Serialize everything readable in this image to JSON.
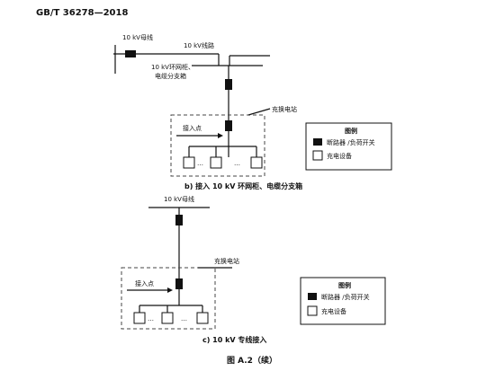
{
  "header": {
    "standard": "GB/T  36278—2018"
  },
  "diagram_b": {
    "bus_label": "10 kV母线",
    "line_label": "10 kV线路",
    "cabinet_label_1": "10 kV环网柜、",
    "cabinet_label_2": "电缆分支箱",
    "station_label": "充换电站",
    "access_point_label": "接入点",
    "dots": "…",
    "caption": "b)  接入 10 kV 环网柜、电缆分支箱"
  },
  "legend_b": {
    "title": "图例",
    "breaker_label": "断路器 /负荷开关",
    "charger_label": "充电设备"
  },
  "diagram_c": {
    "bus_label": "10 kV母线",
    "station_label": "充换电站",
    "access_point_label": "接入点",
    "dots": "…",
    "caption": "c)   10 kV 专线接入"
  },
  "legend_c": {
    "title": "图例",
    "breaker_label": "断路器 /负荷开关",
    "charger_label": "充电设备"
  },
  "figure_caption": "图 A.2（续）"
}
